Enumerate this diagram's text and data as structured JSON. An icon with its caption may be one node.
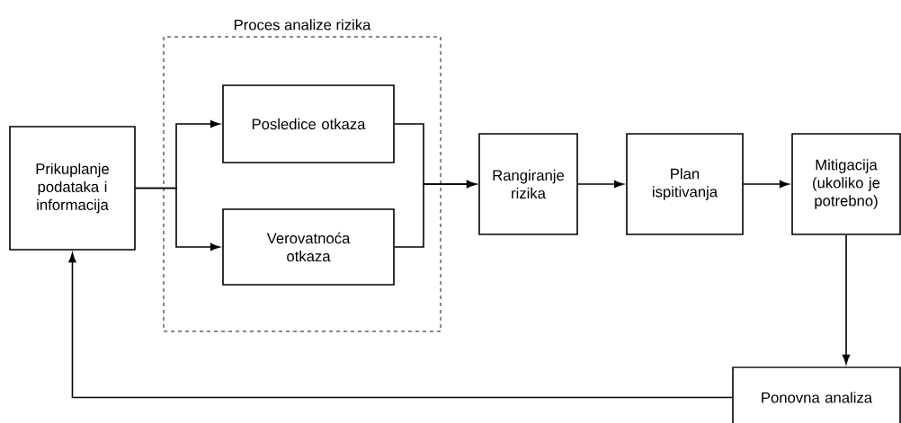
{
  "diagram": {
    "nodes": [
      {
        "text": [
          "Proces analize rizika"
        ]
      },
      {
        "text": [
          "Prikuplanje podataka i informacija"
        ]
      },
      {
        "text": [
          "Posledice otkaza"
        ],
        "in": 0
      },
      {
        "text": [
          "Verovatnoća otkaza"
        ],
        "in": 0
      },
      {
        "text": [
          "Rangiranje rizika"
        ]
      },
      {
        "text": [
          "Plan ispitivanja"
        ]
      },
      {
        "text": [
          "Mitigacija (ukoliko je potrebno)"
        ]
      },
      {
        "text": [
          "Ponovna analiza"
        ]
      }
    ],
    "edges": [
      {
        "from": 1,
        "to": 2,
        "arrow": "to"
      },
      {
        "from": 1,
        "to": 3,
        "arrow": "to"
      },
      {
        "from": 2,
        "to": 4,
        "arrow": "to"
      },
      {
        "from": 3,
        "to": 4,
        "arrow": "to"
      },
      {
        "from": 4,
        "to": 5,
        "arrow": "to"
      },
      {
        "from": 5,
        "to": 6,
        "arrow": "to"
      },
      {
        "from": 6,
        "to": 7,
        "arrow": "to"
      },
      {
        "from": 7,
        "to": 1,
        "arrow": "to"
      }
    ]
  }
}
